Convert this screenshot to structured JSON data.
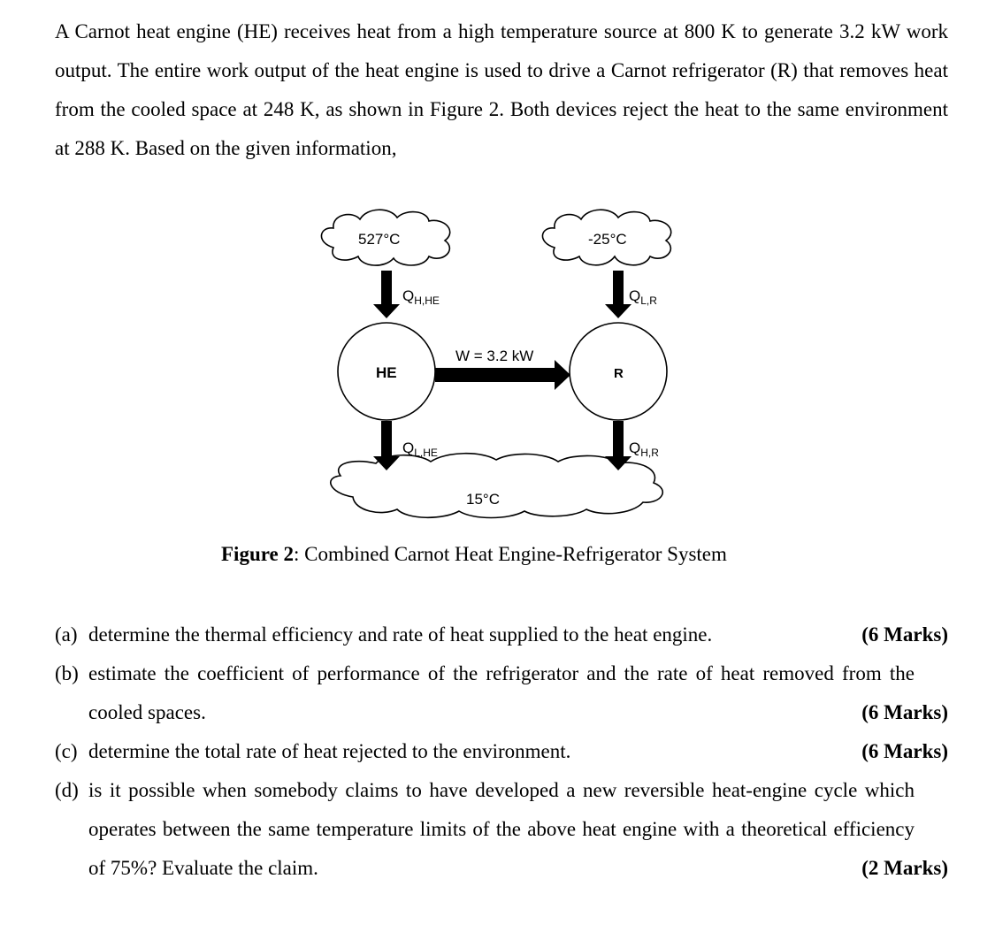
{
  "intro": "A Carnot heat engine (HE) receives heat from a high temperature source at 800 K to generate 3.2 kW work output. The entire work output of the heat engine is used to drive a Carnot refrigerator (R) that removes heat from the cooled space at 248 K, as shown in Figure 2. Both devices reject the heat to the same environment at 288 K. Based on the given information,",
  "figure": {
    "source_temp": "527°C",
    "cold_temp": "-25°C",
    "env_temp": "15°C",
    "he_label": "HE",
    "r_label": "R",
    "work_label": "W = 3.2 kW",
    "q_h_he": {
      "main": "Q",
      "sub": "H,HE"
    },
    "q_l_he": {
      "main": "Q",
      "sub": "L,HE"
    },
    "q_l_r": {
      "main": "Q",
      "sub": "L,R"
    },
    "q_h_r": {
      "main": "Q",
      "sub": "H,R"
    }
  },
  "caption": {
    "bold": "Figure 2",
    "rest": ": Combined Carnot Heat Engine-Refrigerator System"
  },
  "parts": [
    {
      "label": "(a)",
      "text": "determine the thermal efficiency and rate of heat supplied to the heat engine.",
      "marks": "(6 Marks)"
    },
    {
      "label": "(b)",
      "text": "estimate the coefficient of performance of the refrigerator and the rate of heat removed from the cooled spaces.",
      "marks": "(6 Marks)"
    },
    {
      "label": "(c)",
      "text": "determine the total rate of heat rejected to the environment.",
      "marks": "(6 Marks)"
    },
    {
      "label": "(d)",
      "text": "is it possible when somebody claims to have developed a new reversible heat-engine cycle which operates between the same temperature limits of the above heat engine with a theoretical efficiency of 75%? Evaluate the claim.",
      "marks": "(2 Marks)"
    }
  ]
}
